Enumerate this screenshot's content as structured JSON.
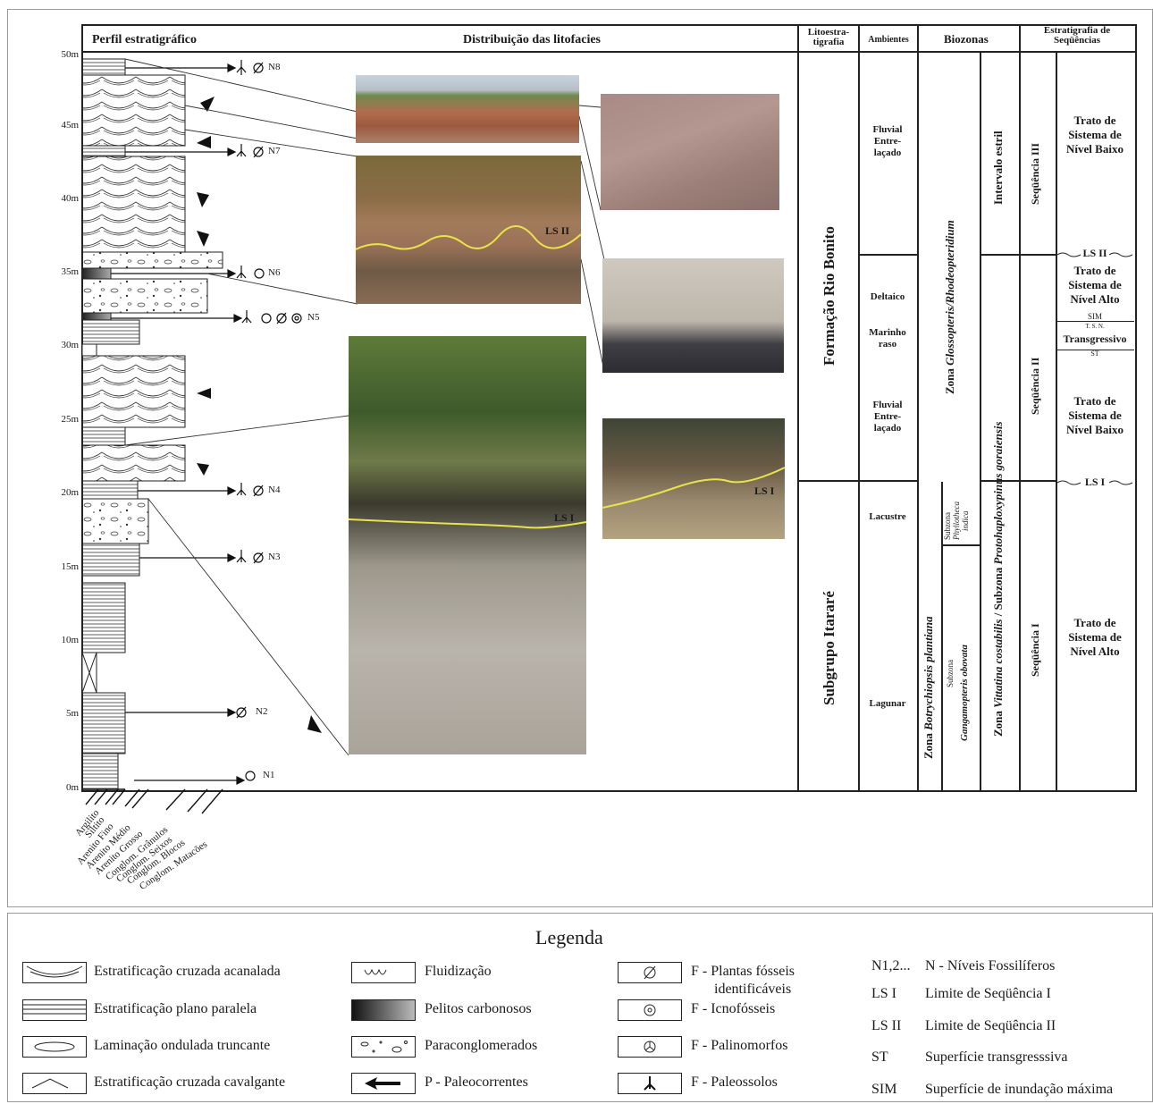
{
  "header": {
    "perfil": "Perfil estratigráfico",
    "distribuicao": "Distribuição das litofacies",
    "lito_l1": "Litoestra-",
    "lito_l2": "tigrafia",
    "ambientes": "Ambientes",
    "biozonas": "Biozonas",
    "seq_l1": "Estratigrafia de",
    "seq_l2": "Seqüências"
  },
  "depth_ticks": [
    "50m",
    "45m",
    "40m",
    "35m",
    "30m",
    "25m",
    "20m",
    "15m",
    "10m",
    "5m",
    "0m"
  ],
  "grain_sizes": [
    "Argilito",
    "Siltito",
    "Arenito Fino",
    "Arenito Médio",
    "Arenito Grosso",
    "Conglom. Grânulos",
    "Conglom. Seixos",
    "Conglom. Blocos",
    "Conglom. Matacões"
  ],
  "fossil_levels": [
    "N8",
    "N7",
    "N6",
    "N5",
    "N4",
    "N3",
    "N2",
    "N1"
  ],
  "photo_labels": {
    "ls2": "LS II",
    "ls1_a": "LS I",
    "ls1_b": "LS I"
  },
  "litho": {
    "rio_bonito": "Formação Rio Bonito",
    "itarare": "Subgrupo Itararé"
  },
  "ambientes": {
    "fluvial_top": [
      "Fluvial",
      "Entre-",
      "laçado"
    ],
    "deltaico": "Deltaico",
    "marinho": [
      "Marinho",
      "raso"
    ],
    "fluvial_low": [
      "Fluvial",
      "Entre-",
      "laçado"
    ],
    "lacustre": "Lacustre",
    "lagunar": "Lagunar"
  },
  "biozonas": {
    "glosso_pre": "Zona ",
    "glosso_it": "Glossopteris/Rhodeopteridium",
    "botry_pre": "Zona ",
    "botry_it": "Botrychiopsis plantiana",
    "subzona": "Subzona",
    "phyllo_1": "Phyllotheca",
    "phyllo_2": "indica",
    "ganga": "Gangamopteris obovata",
    "subzona2": "Subzona",
    "intervalo": "Intervalo estril",
    "vittatina_pre": "Zona ",
    "vittatina_it": "Vittatina costabilis",
    "vittatina_mid": " / Subzona ",
    "proto_it": "Protohaploxypinus goraiensis"
  },
  "sequencias": {
    "seq3": "Seqüência III",
    "seq2": "Seqüência II",
    "seq1": "Seqüência I",
    "ls2": "LS II",
    "ls1": "LS I",
    "t_baixo_1": [
      "Trato de",
      "Sistema de",
      "Nível Baixo"
    ],
    "t_alto_2": [
      "Trato de",
      "Sistema de",
      "Nível Alto"
    ],
    "sim": "SIM",
    "tsn": "T. S. N.",
    "transgressivo": "Transgressivo",
    "st": "ST",
    "t_baixo_2": [
      "Trato de",
      "Sistema de",
      "Nível Baixo"
    ],
    "t_alto_1": [
      "Trato de",
      "Sistema de",
      "Nível Alto"
    ]
  },
  "legend": {
    "title": "Legenda",
    "col1": [
      "Estratificação cruzada acanalada",
      "Estratificação plano paralela",
      "Laminação ondulada truncante",
      "Estratificação cruzada cavalgante"
    ],
    "col2": [
      "Fluidização",
      "Pelitos carbonosos",
      "Paraconglomerados",
      "P - Paleocorrentes"
    ],
    "col3": [
      "F - Plantas fósseis",
      "identificáveis",
      "F - Icnofósseis",
      "F - Palinomorfos",
      "F - Paleossolos"
    ],
    "abbr": [
      {
        "k": "N1,2...",
        "v": "N - Níveis Fossilíferos"
      },
      {
        "k": "LS I",
        "v": "Limite de Seqüência I"
      },
      {
        "k": "LS II",
        "v": "Limite de Seqüência II"
      },
      {
        "k": "ST",
        "v": "Superfície transgresssiva"
      },
      {
        "k": "SIM",
        "v": "Superfície de inundação máxima"
      }
    ]
  },
  "colors": {
    "ls_line": "#e8e34a",
    "border": "#222222"
  }
}
